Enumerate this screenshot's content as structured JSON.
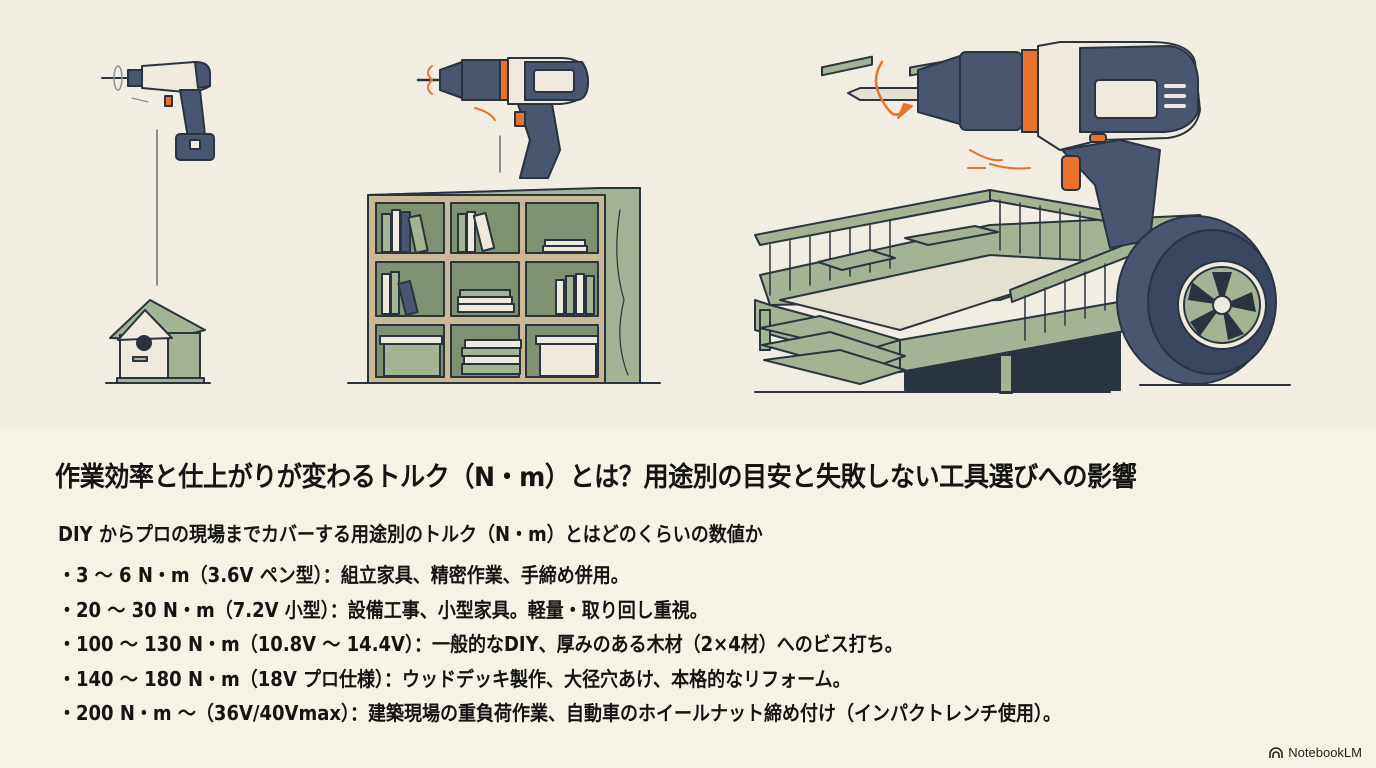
{
  "illustrations": {
    "scene_1": {
      "label": "impact driver above birdhouse",
      "tool": "impact-driver",
      "object": "birdhouse"
    },
    "scene_2": {
      "label": "drill driver above bookshelf",
      "tool": "drill-driver",
      "object": "bookshelf"
    },
    "scene_3": {
      "label": "large drill above wooden deck and tire",
      "tool": "large-drill",
      "object": "wood-deck-and-tire"
    },
    "colors": {
      "ink": "#2a3441",
      "navy": "#4a5670",
      "sage": "#a3b394",
      "sage_dark": "#7f9170",
      "orange": "#e8722c",
      "cream": "#efeadd",
      "wood": "#c9b994"
    }
  },
  "content": {
    "title": "作業効率と仕上がりが変わるトルク（N・m）とは？用途別の目安と失敗しない工具選びへの影響",
    "subtitle": "DIY からプロの現場までカバーする用途別のトルク（N・m）とはどのくらいの数値か",
    "items": [
      {
        "text": "・3 〜 6 N・m（3.6V ペン型）：組立家具、精密作業、手締め併用。"
      },
      {
        "text": "・20 〜 30 N・m（7.2V 小型）：設備工事、小型家具。軽量・取り回し重視。"
      },
      {
        "text": "・100 〜 130 N・m（10.8V 〜 14.4V）：一般的なDIY、厚みのある木材（2×4材）へのビス打ち。"
      },
      {
        "text": "・140 〜 180 N・m（18V プロ仕様）：ウッドデッキ製作、大径穴あけ、本格的なリフォーム。"
      },
      {
        "text": "・200 N・m 〜（36V/40Vmax）：建築現場の重負荷作業、自動車のホイールナット締め付け（インパクトレンチ使用）。"
      }
    ]
  },
  "watermark": {
    "label": "NotebookLM",
    "icon": "notebooklm-logo-icon"
  }
}
